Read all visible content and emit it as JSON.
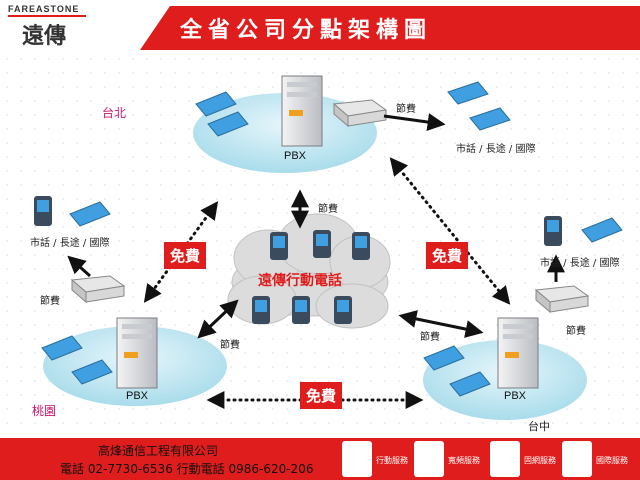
{
  "header": {
    "brand_top": "FAREASTONE",
    "brand_main": "遠傳",
    "title": "全省公司分點架構圖"
  },
  "nodes": {
    "north": {
      "city": "台北",
      "pbx": "PBX"
    },
    "west": {
      "city": "桃園",
      "pbx": "PBX"
    },
    "east": {
      "city": "台中",
      "pbx": "PBX"
    }
  },
  "labels": {
    "toll": "節費",
    "call_types": "市話 / 長途 / 國際",
    "free": "免費",
    "cloud": "遠傳行動電話"
  },
  "footer": {
    "company": "高烽通信工程有限公司",
    "contact": "電話 02-7730-6536  行動電話 0986-620-206",
    "services": [
      "行動服務",
      "寬頻服務",
      "固網服務",
      "國際服務"
    ]
  },
  "colors": {
    "accent": "#e01d1d",
    "ellipse": "#bfe6f0",
    "city": "#c8176b"
  }
}
